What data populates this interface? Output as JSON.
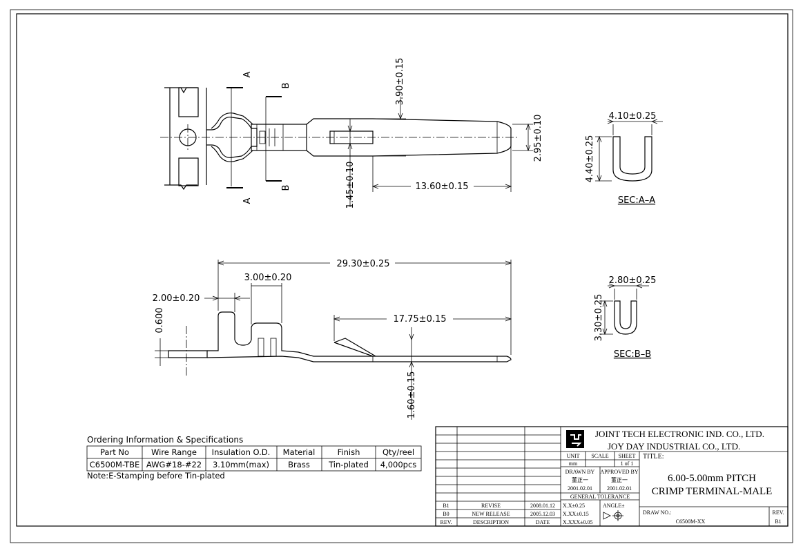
{
  "dims": {
    "d390": "3.90±0.15",
    "d295": "2.95±0.10",
    "d145": "1.45±0.10",
    "d1360": "13.60±0.15",
    "d410": "4.10±0.25",
    "d440": "4.40±0.25",
    "secA": "SEC:A–A",
    "d2930": "29.30±0.25",
    "d300": "3.00±0.20",
    "d200": "2.00±0.20",
    "d0600": "0.600",
    "d1775": "17.75±0.15",
    "d160": "1.60±0.15",
    "d280": "2.80±0.25",
    "d330": "3.30±0.25",
    "secB": "SEC:B–B",
    "labA": "A",
    "labB": "B"
  },
  "ordering": {
    "title": "Ordering Information & Specifications",
    "headers": [
      "Part No",
      "Wire Range",
      "Insulation O.D.",
      "Material",
      "Finish",
      "Qty/reel"
    ],
    "row": [
      "C6500M-TBE",
      "AWG#18-#22",
      "3.10mm(max)",
      "Brass",
      "Tin-plated",
      "4,000pcs"
    ],
    "note": "Note:E-Stamping before Tin-plated"
  },
  "title_block": {
    "company1": "JOINT TECH ELECTRONIC IND. CO., LTD.",
    "company2": "JOY DAY INDUSTRIAL CO., LTD.",
    "unit_label": "UNIT",
    "unit_value": "mm",
    "scale_label": "SCALE",
    "sheet_label": "SHEET",
    "sheet_value": "1 of 1",
    "title_label": "TITLE:",
    "title1": "6.00-5.00mm PITCH",
    "title2": "CRIMP TERMINAL-MALE",
    "drawn_by": "DRAWN BY",
    "approved_by": "APPROVED BY",
    "drawn_name": "董正一",
    "approved_name": "董正一",
    "drawn_date": "2001.02.01",
    "approved_date": "2001.02.01",
    "general_tolerance": "GENERAL TOLERANCE",
    "tol1": "X.X±0.25",
    "tol2": "X.XX±0.15",
    "tol3": "X.XXX±0.05",
    "angle": "ANGLE±",
    "drawno_label": "DRAW NO.:",
    "drawno_value": "C6500M-XX",
    "rev_label": "REV.",
    "rev_value": "B1",
    "revisions": [
      {
        "rev": "B1",
        "desc": "REVISE",
        "date": "2008.01.12"
      },
      {
        "rev": "B0",
        "desc": "NEW RELEASE",
        "date": "2005.12.03"
      },
      {
        "rev": "REV.",
        "desc": "DESCRIPTION",
        "date": "DATE"
      }
    ]
  }
}
